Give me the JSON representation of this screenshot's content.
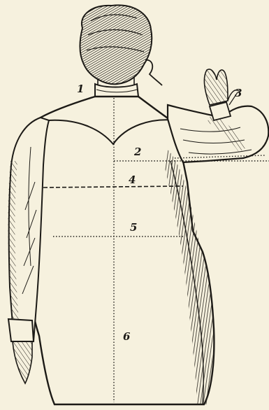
{
  "illustration": {
    "subject": "shirt-back-measurement-engraving",
    "ink_color": "#1c1a16",
    "paper_color": "#f6f1de"
  },
  "labels": {
    "collar": "1",
    "shoulder_blade": "2",
    "arm": "3",
    "chest": "4",
    "waist": "5",
    "length": "6"
  }
}
